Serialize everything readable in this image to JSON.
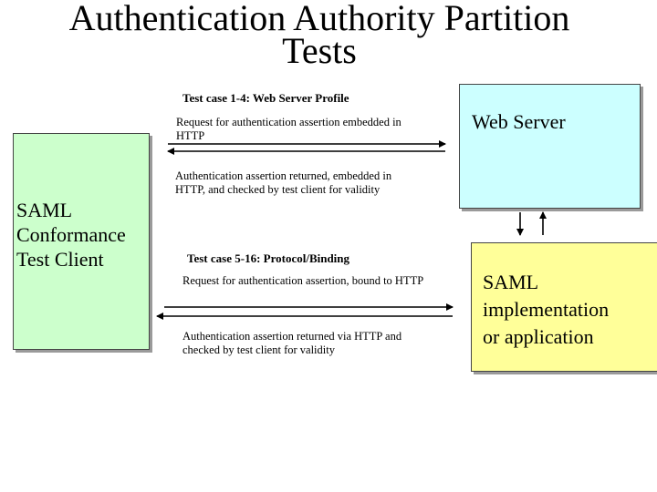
{
  "title": {
    "line1": "Authentication Authority Partition",
    "line2": "Tests"
  },
  "section1": {
    "heading": "Test case 1-4: Web Server Profile",
    "request": "Request for authentication assertion embedded in HTTP",
    "response": "Authentication assertion returned, embedded in HTTP, and checked by test client for validity"
  },
  "section2": {
    "heading": "Test case 5-16: Protocol/Binding",
    "request": "Request for authentication assertion, bound to HTTP",
    "response": "Authentication assertion returned via HTTP and checked by test client for validity"
  },
  "client": {
    "label": "SAML Conformance Test Client"
  },
  "web_server": {
    "label": "Web Server"
  },
  "implementation": {
    "label": "SAML implementation or application"
  },
  "colors": {
    "client_fill": "#ccffcc",
    "server_fill": "#ccffff",
    "implementation_fill": "#ffff99"
  }
}
